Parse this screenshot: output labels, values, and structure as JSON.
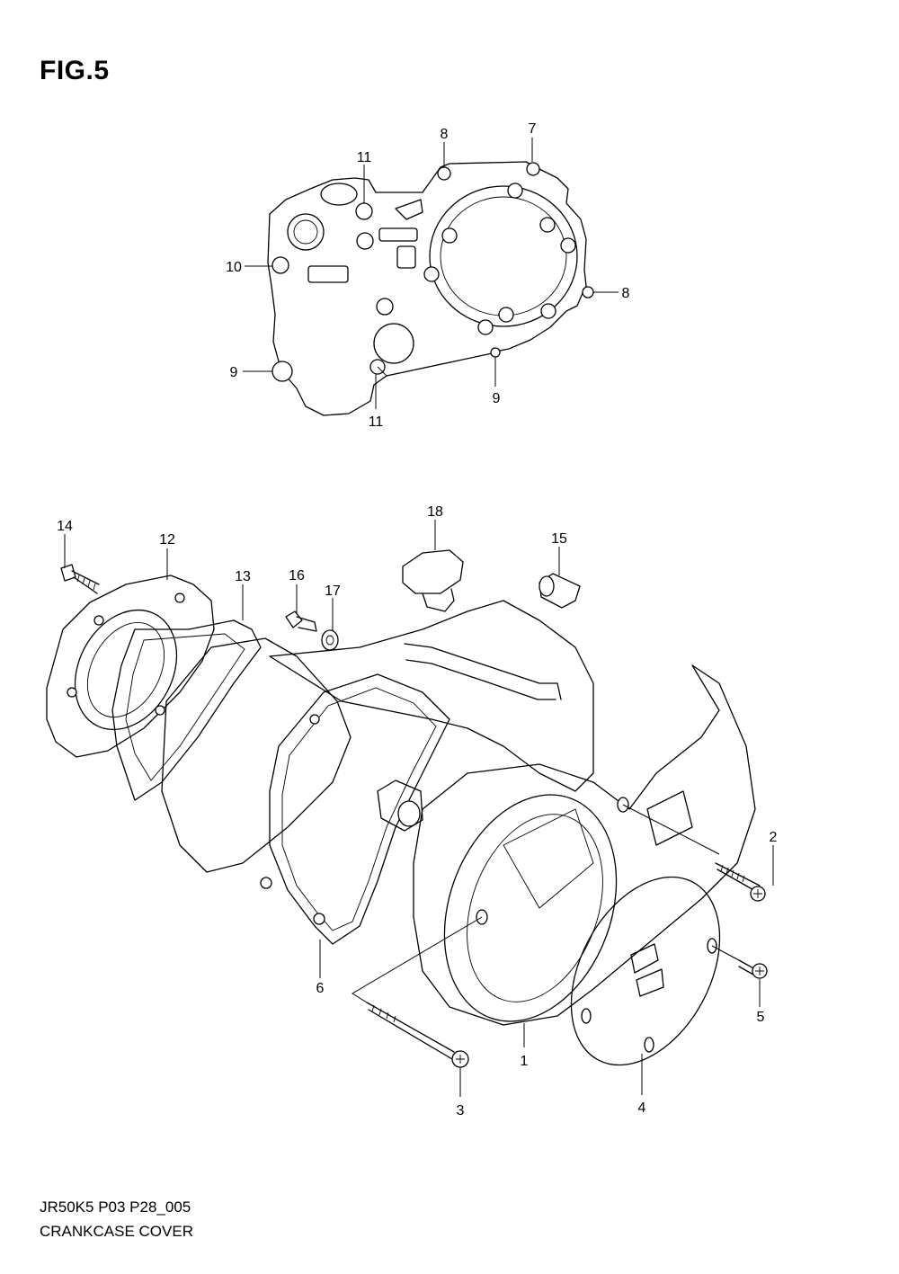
{
  "figure": {
    "title": "FIG.5"
  },
  "callouts": {
    "upper": [
      {
        "id": "c7",
        "label": "7"
      },
      {
        "id": "c8a",
        "label": "8"
      },
      {
        "id": "c8b",
        "label": "8"
      },
      {
        "id": "c9a",
        "label": "9"
      },
      {
        "id": "c9b",
        "label": "9"
      },
      {
        "id": "c10",
        "label": "10"
      },
      {
        "id": "c11a",
        "label": "11"
      },
      {
        "id": "c11b",
        "label": "11"
      }
    ],
    "lower": [
      {
        "id": "c1",
        "label": "1"
      },
      {
        "id": "c2",
        "label": "2"
      },
      {
        "id": "c3",
        "label": "3"
      },
      {
        "id": "c4",
        "label": "4"
      },
      {
        "id": "c5",
        "label": "5"
      },
      {
        "id": "c6",
        "label": "6"
      },
      {
        "id": "c12",
        "label": "12"
      },
      {
        "id": "c13",
        "label": "13"
      },
      {
        "id": "c14",
        "label": "14"
      },
      {
        "id": "c15",
        "label": "15"
      },
      {
        "id": "c16",
        "label": "16"
      },
      {
        "id": "c17",
        "label": "17"
      },
      {
        "id": "c18",
        "label": "18"
      }
    ]
  },
  "caption": {
    "code": "JR50K5 P03 P28_005",
    "name": "CRANKCASE COVER"
  }
}
